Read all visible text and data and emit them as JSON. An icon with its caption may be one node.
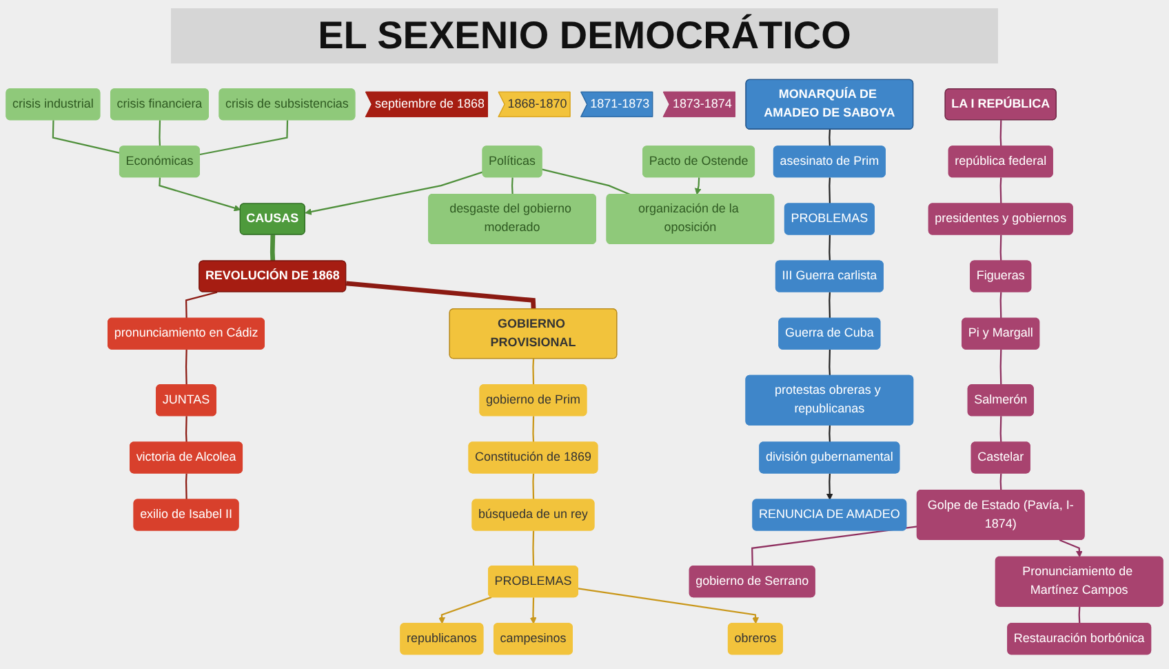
{
  "diagram": {
    "title": "EL SEXENIO DEMOCRÁTICO",
    "nodes": [
      {
        "text": [
          "crisis industrial"
        ]
      },
      {
        "text": [
          "crisis financiera"
        ]
      },
      {
        "text": [
          "crisis de subsistencias"
        ]
      },
      {
        "text": [
          "Económicas"
        ]
      },
      {
        "text": [
          "CAUSAS"
        ]
      },
      {
        "text": [
          "Políticas"
        ]
      },
      {
        "text": [
          "desgaste del gobierno moderado"
        ]
      },
      {
        "text": [
          "organización de la oposición"
        ]
      },
      {
        "text": [
          "Pacto de Ostende"
        ]
      },
      {
        "text": [
          "septiembre de 1868"
        ]
      },
      {
        "text": [
          "1868-1870"
        ]
      },
      {
        "text": [
          "1871-1873"
        ]
      },
      {
        "text": [
          "1873-1874"
        ]
      },
      {
        "text": [
          "REVOLUCIÓN DE 1868"
        ]
      },
      {
        "text": [
          "pronunciamiento en Cádiz"
        ]
      },
      {
        "text": [
          "JUNTAS"
        ]
      },
      {
        "text": [
          "victoria de Alcolea"
        ]
      },
      {
        "text": [
          "exilio de Isabel II"
        ]
      },
      {
        "text": [
          "GOBIERNO PROVISIONAL"
        ]
      },
      {
        "text": [
          "gobierno de Prim"
        ]
      },
      {
        "text": [
          "Constitución de 1869"
        ]
      },
      {
        "text": [
          "búsqueda de un rey"
        ]
      },
      {
        "text": [
          "PROBLEMAS"
        ]
      },
      {
        "text": [
          "republicanos"
        ]
      },
      {
        "text": [
          "campesinos"
        ]
      },
      {
        "text": [
          "obreros"
        ]
      },
      {
        "text": [
          "MONARQUÍA DE AMADEO DE SABOYA"
        ]
      },
      {
        "text": [
          "asesinato de Prim"
        ]
      },
      {
        "text": [
          "PROBLEMAS"
        ]
      },
      {
        "text": [
          "III Guerra carlista"
        ]
      },
      {
        "text": [
          "Guerra de Cuba"
        ]
      },
      {
        "text": [
          "protestas obreras y republicanas"
        ]
      },
      {
        "text": [
          "división gubernamental"
        ]
      },
      {
        "text": [
          "RENUNCIA DE AMADEO"
        ]
      },
      {
        "text": [
          "LA I REPÚBLICA"
        ]
      },
      {
        "text": [
          "república federal"
        ]
      },
      {
        "text": [
          "presidentes y gobiernos"
        ]
      },
      {
        "text": [
          "Figueras"
        ]
      },
      {
        "text": [
          "Pi y Margall"
        ]
      },
      {
        "text": [
          "Salmerón"
        ]
      },
      {
        "text": [
          "Castelar"
        ]
      },
      {
        "text": [
          "Golpe de Estado (Pavía, I-1874)"
        ]
      },
      {
        "text": [
          "gobierno de Serrano"
        ]
      },
      {
        "text": [
          "Pronunciamiento de Martínez Campos"
        ]
      },
      {
        "text": [
          "Restauración borbónica"
        ]
      }
    ],
    "edges": [
      {
        "from": 0,
        "to": 3,
        "arrow": "none",
        "color": "#4e8f3a"
      },
      {
        "from": 1,
        "to": 3,
        "arrow": "none",
        "color": "#4e8f3a"
      },
      {
        "from": 2,
        "to": 3,
        "arrow": "none",
        "color": "#4e8f3a"
      },
      {
        "from": 3,
        "to": 4,
        "arrow": "to",
        "color": "#4e8f3a"
      },
      {
        "from": 5,
        "to": 4,
        "arrow": "to",
        "color": "#4e8f3a"
      },
      {
        "from": 5,
        "to": 6,
        "arrow": "none",
        "color": "#4e8f3a"
      },
      {
        "from": 5,
        "to": 7,
        "arrow": "none",
        "color": "#4e8f3a"
      },
      {
        "from": 8,
        "to": 7,
        "arrow": "to",
        "color": "#4e8f3a"
      },
      {
        "from": 4,
        "to": 13,
        "arrow": "none",
        "style": "thick",
        "color": "#4e8f3a"
      },
      {
        "from": 13,
        "to": 18,
        "arrow": "none",
        "style": "thick",
        "color": "#8b1a12"
      },
      {
        "from": 13,
        "to": 14,
        "arrow": "none",
        "color": "#8b1a12"
      },
      {
        "from": 14,
        "to": 15,
        "arrow": "none",
        "color": "#8b1a12"
      },
      {
        "from": 15,
        "to": 16,
        "arrow": "none",
        "color": "#8b1a12"
      },
      {
        "from": 16,
        "to": 17,
        "arrow": "none",
        "color": "#8b1a12"
      },
      {
        "from": 18,
        "to": 19,
        "arrow": "none",
        "color": "#c9971a"
      },
      {
        "from": 19,
        "to": 20,
        "arrow": "none",
        "color": "#c9971a"
      },
      {
        "from": 20,
        "to": 21,
        "arrow": "none",
        "color": "#c9971a"
      },
      {
        "from": 21,
        "to": 22,
        "arrow": "none",
        "color": "#c9971a"
      },
      {
        "from": 22,
        "to": 23,
        "arrow": "to",
        "color": "#c9971a"
      },
      {
        "from": 22,
        "to": 24,
        "arrow": "to",
        "color": "#c9971a"
      },
      {
        "from": 22,
        "to": 25,
        "arrow": "to",
        "color": "#c9971a"
      },
      {
        "from": 26,
        "to": 27,
        "arrow": "none",
        "color": "#222222"
      },
      {
        "from": 27,
        "to": 28,
        "arrow": "none",
        "color": "#222222"
      },
      {
        "from": 28,
        "to": 29,
        "arrow": "none",
        "color": "#222222"
      },
      {
        "from": 29,
        "to": 30,
        "arrow": "none",
        "color": "#222222"
      },
      {
        "from": 30,
        "to": 31,
        "arrow": "none",
        "color": "#222222"
      },
      {
        "from": 31,
        "to": 32,
        "arrow": "none",
        "color": "#222222"
      },
      {
        "from": 32,
        "to": 33,
        "arrow": "to",
        "color": "#222222"
      },
      {
        "from": 34,
        "to": 35,
        "arrow": "none",
        "color": "#8e2f5f"
      },
      {
        "from": 35,
        "to": 36,
        "arrow": "none",
        "color": "#8e2f5f"
      },
      {
        "from": 36,
        "to": 37,
        "arrow": "none",
        "color": "#8e2f5f"
      },
      {
        "from": 37,
        "to": 38,
        "arrow": "none",
        "color": "#8e2f5f"
      },
      {
        "from": 38,
        "to": 39,
        "arrow": "none",
        "color": "#8e2f5f"
      },
      {
        "from": 39,
        "to": 40,
        "arrow": "none",
        "color": "#8e2f5f"
      },
      {
        "from": 40,
        "to": 41,
        "arrow": "none",
        "color": "#8e2f5f"
      },
      {
        "from": 41,
        "to": 42,
        "arrow": "none",
        "color": "#8e2f5f"
      },
      {
        "from": 41,
        "to": 43,
        "arrow": "to",
        "color": "#8e2f5f"
      },
      {
        "from": 43,
        "to": 44,
        "arrow": "none",
        "color": "#8e2f5f"
      }
    ]
  }
}
